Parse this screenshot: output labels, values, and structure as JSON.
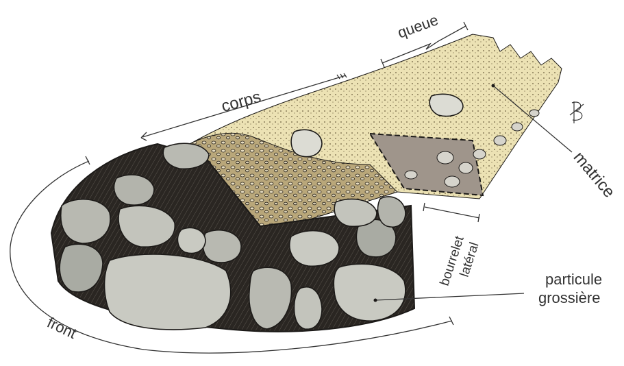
{
  "labels": {
    "queue": "queue",
    "corps": "corps",
    "front": "front",
    "matrice": "matrice",
    "bourrelet_1": "bourrelet",
    "bourrelet_2": "latéral",
    "particule_1": "particule",
    "particule_2": "grossière"
  },
  "colors": {
    "matrix": "#ece2b4",
    "matrix_dark": "#b9a77a",
    "boulder": "#c9cac2",
    "boulder_dark": "#9a9c94",
    "outline": "#1c1a18",
    "label": "#333333"
  },
  "icons": {
    "signature": "signature-mark"
  }
}
